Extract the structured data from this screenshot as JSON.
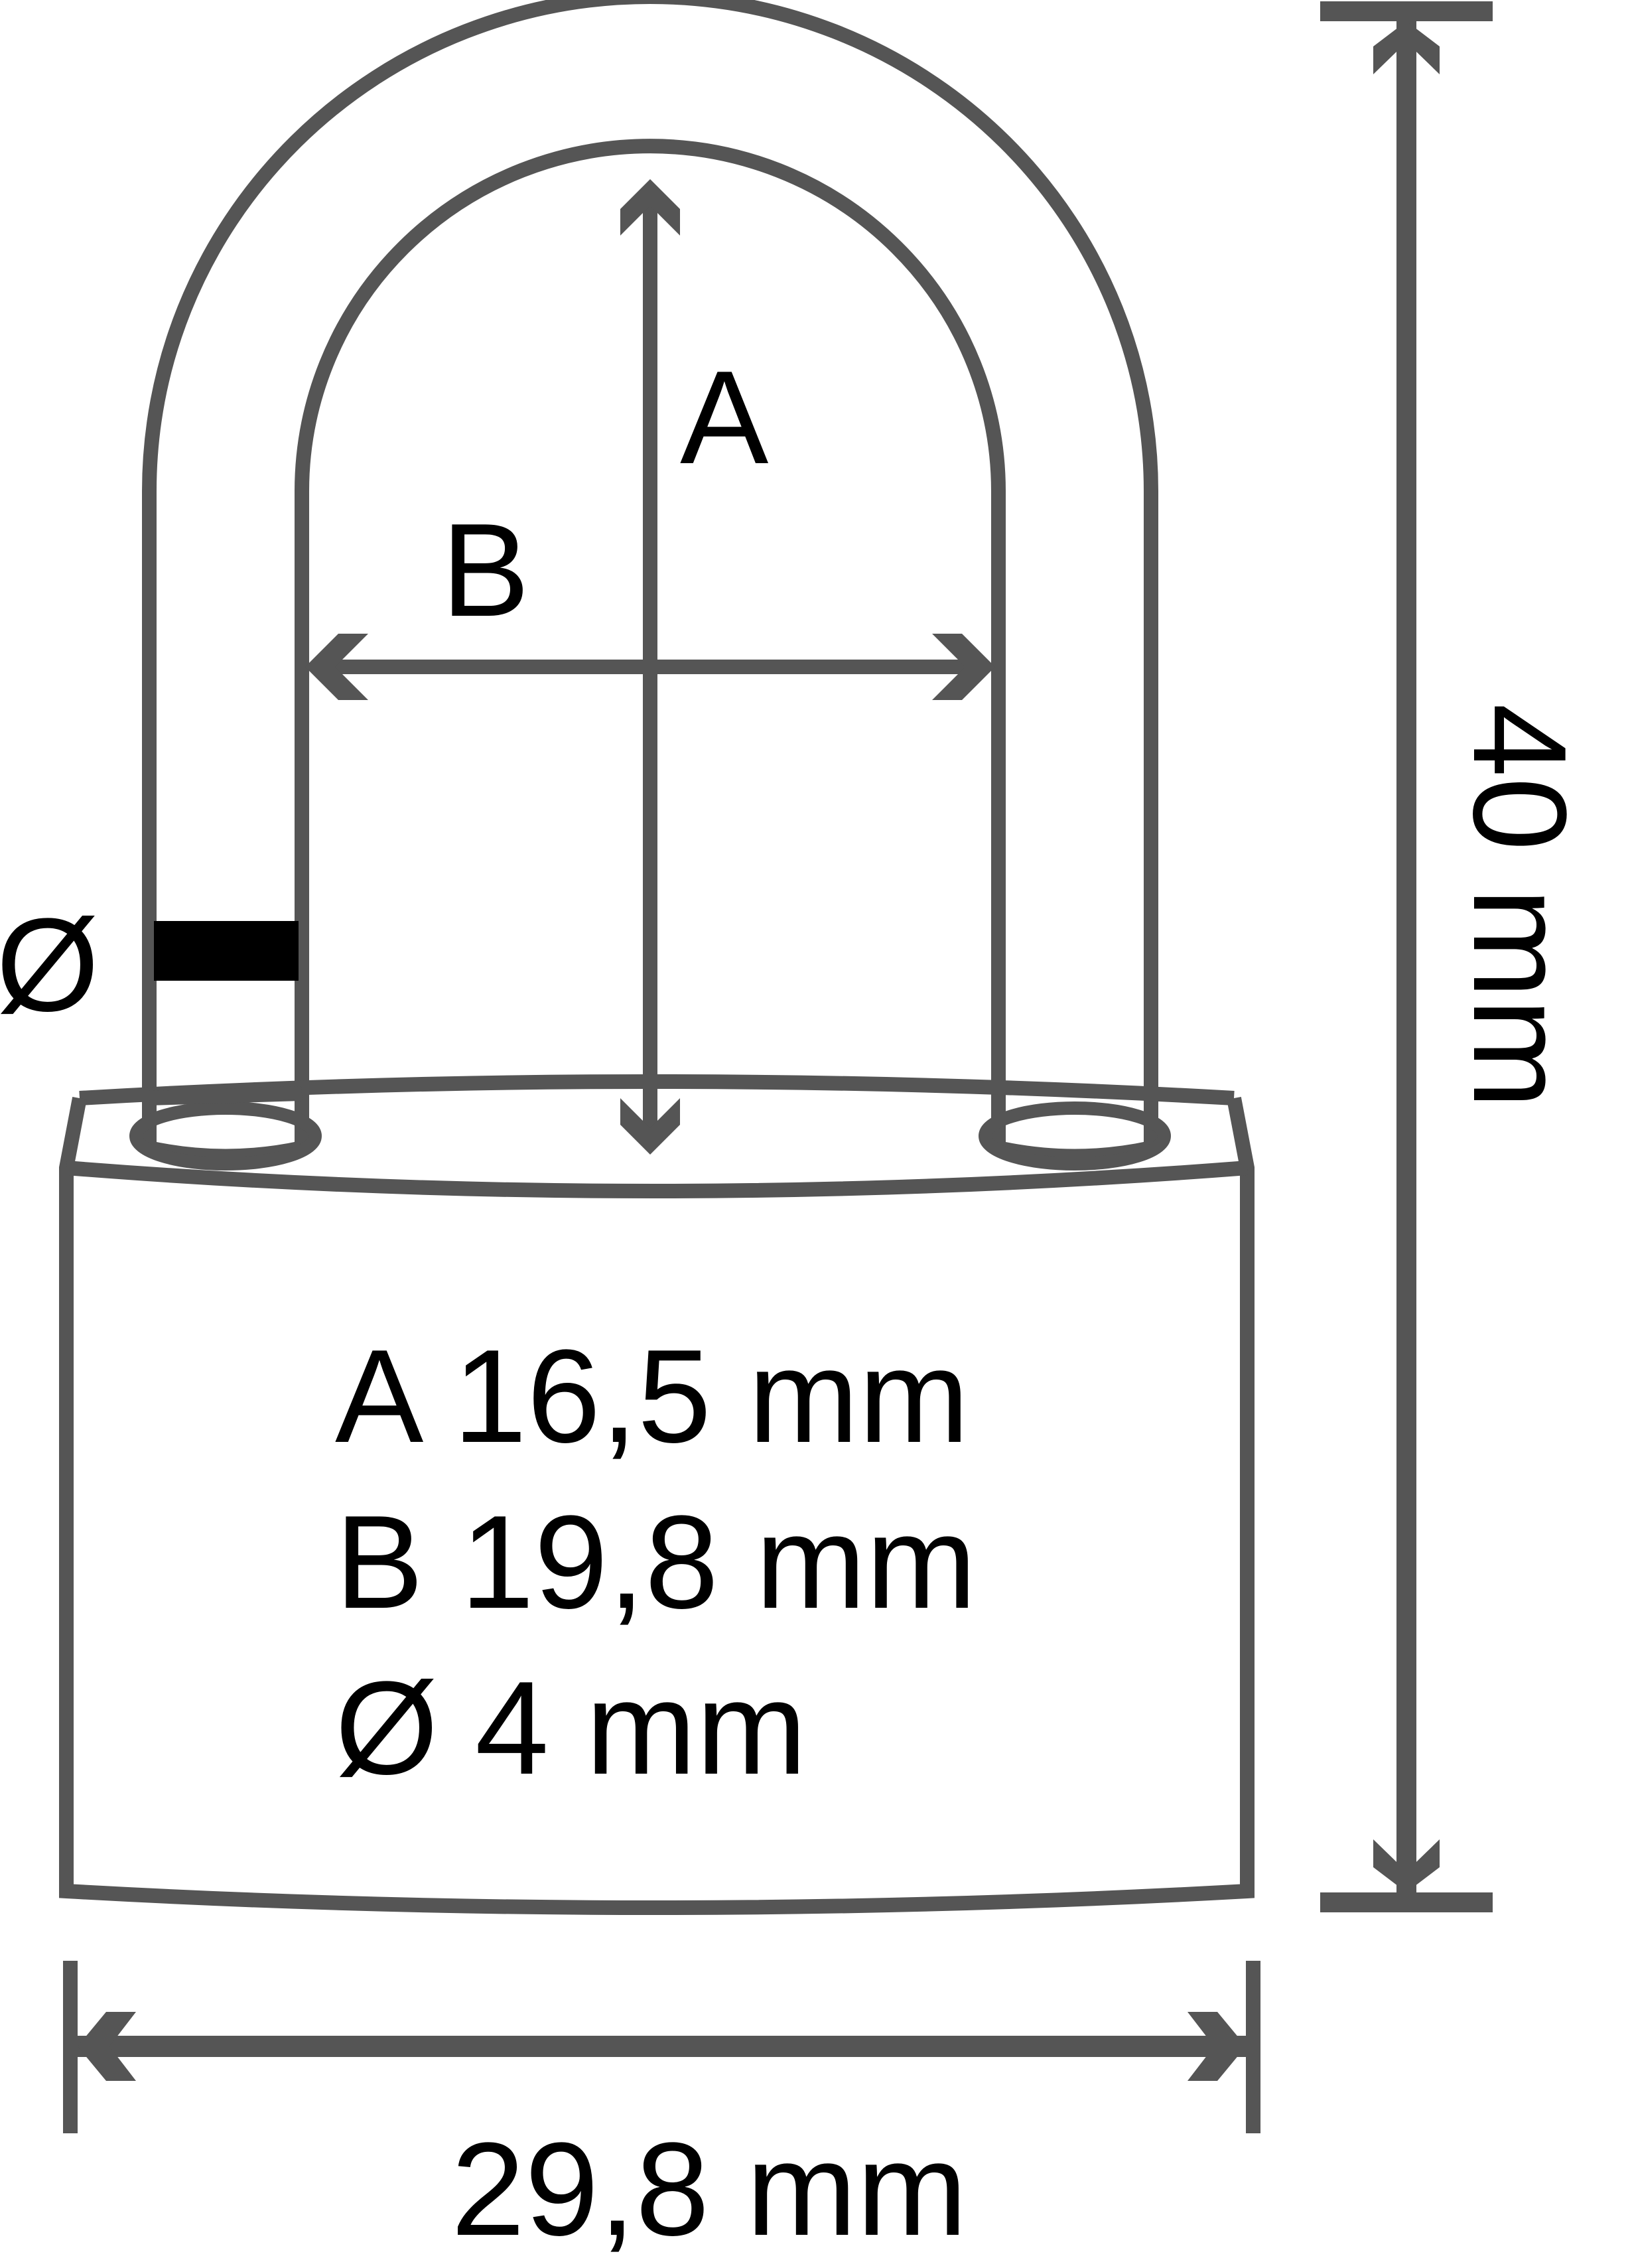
{
  "diagram": {
    "subject": "padlock dimension drawing",
    "line_color": "#555555",
    "text_color": "#000000",
    "callouts": {
      "shackle_height_label": "A",
      "shackle_width_label": "B",
      "shackle_diameter_label": "Ø"
    },
    "specs": [
      {
        "key": "A",
        "value": "16,5 mm",
        "text": "A 16,5 mm"
      },
      {
        "key": "B",
        "value": "19,8 mm",
        "text": "B 19,8 mm"
      },
      {
        "key": "Ø",
        "value": "4 mm",
        "text": "Ø 4 mm"
      }
    ],
    "overall_width": "29,8 mm",
    "overall_height": "40 mm"
  }
}
